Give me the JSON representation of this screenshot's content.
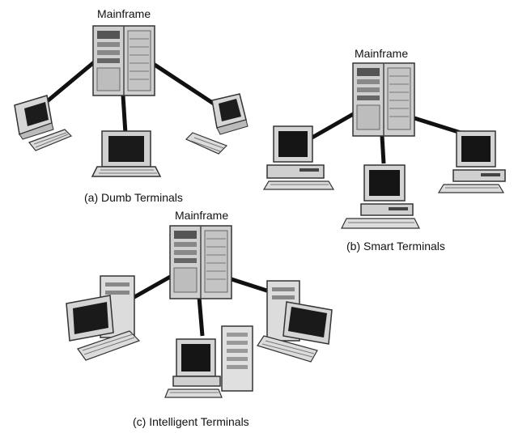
{
  "diagrams": [
    {
      "mainframe_label": "Mainframe",
      "caption": "(a) Dumb Terminals"
    },
    {
      "mainframe_label": "Mainframe",
      "caption": "(b) Smart Terminals"
    },
    {
      "mainframe_label": "Mainframe",
      "caption": "(c) Intelligent Terminals"
    }
  ],
  "colors": {
    "device_body": "#d4d4d4",
    "device_dark": "#1b1b1b",
    "cable": "#111111",
    "line": "#333333"
  }
}
